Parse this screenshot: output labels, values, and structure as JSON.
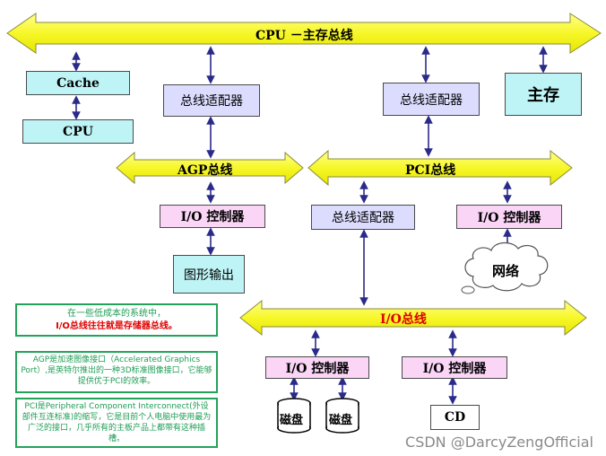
{
  "buses": {
    "cpu_main": "CPU －主存总线",
    "agp": "AGP总线",
    "pci": "PCI总线",
    "io": "I/O总线"
  },
  "boxes": {
    "cache": "Cache",
    "cpu": "CPU",
    "adapter_left": "总线适配器",
    "adapter_right": "总线适配器",
    "main_memory": "主存",
    "io_ctrl_agp": "I/O 控制器",
    "adapter_pci": "总线适配器",
    "io_ctrl_pci": "I/O 控制器",
    "graphics_output": "图形输出",
    "network": "网络",
    "io_ctrl_1": "I/O 控制器",
    "io_ctrl_2": "I/O 控制器",
    "disk_1": "磁盘",
    "disk_2": "磁盘",
    "cd": "CD"
  },
  "notes": {
    "note1_line1": "在一些低成本的系统中，",
    "note1_line2": "I/O总线往往就是存储器总线。",
    "note2": "AGP是加速图像接口（Accelerated Graphics Port）,是英特尔推出的一种3D标准图像接口，它能够提供优于PCI的效率。",
    "note3": "PCI是Peripheral Component Interconnect(外设部件互连标准)的缩写，它是目前个人电脑中使用最为广泛的接口，几乎所有的主板产品上都带有这种插槽。"
  },
  "watermark": "CSDN @DarcyZengOfficial",
  "colors": {
    "bus_fill": "#fafa3c",
    "cyan": "#bff4f6",
    "lavender": "#dcdcff",
    "pink": "#fad5f6",
    "arrow": "#2a2a8a",
    "note_border": "#23a35a"
  }
}
